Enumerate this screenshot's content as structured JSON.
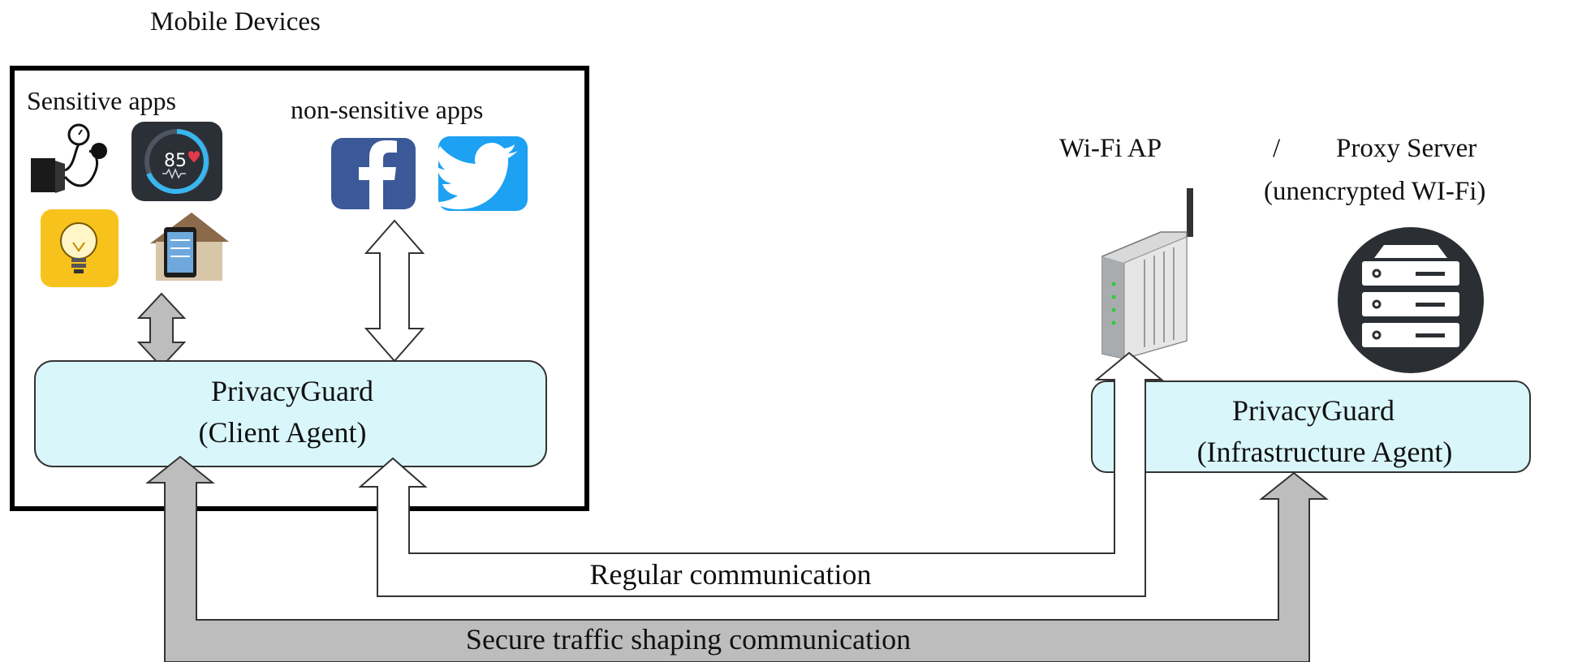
{
  "labels": {
    "mobile_devices": "Mobile Devices",
    "sensitive_apps": "Sensitive apps",
    "non_sensitive_apps": "non-sensitive apps",
    "wifi_ap": "Wi-Fi AP",
    "separator": "/",
    "proxy_server": "Proxy Server",
    "unencrypted_wifi": "(unencrypted WI-Fi)",
    "client_agent_line1": "PrivacyGuard",
    "client_agent_line2": "(Client Agent)",
    "infra_agent_line1": "PrivacyGuard",
    "infra_agent_line2": "(Infrastructure Agent)",
    "regular_communication": "Regular communication",
    "secure_communication": "Secure traffic shaping communication",
    "heart_rate_value": "85"
  },
  "icons": {
    "sensitive": [
      "blood-pressure-monitor-icon",
      "heart-rate-app-icon",
      "light-bulb-app-icon",
      "smart-home-tablet-icon"
    ],
    "non_sensitive": [
      "facebook-icon",
      "twitter-icon"
    ],
    "infrastructure": [
      "wifi-router-icon",
      "server-icon"
    ]
  },
  "colors": {
    "agent_box_fill": "#d9f7fb",
    "secure_arrow_fill": "#bdbdbd",
    "regular_arrow_fill": "#ffffff",
    "facebook_blue": "#3b5998",
    "twitter_blue": "#1da1f2",
    "bulb_yellow": "#f7c21b",
    "server_dark": "#2b2f33"
  }
}
